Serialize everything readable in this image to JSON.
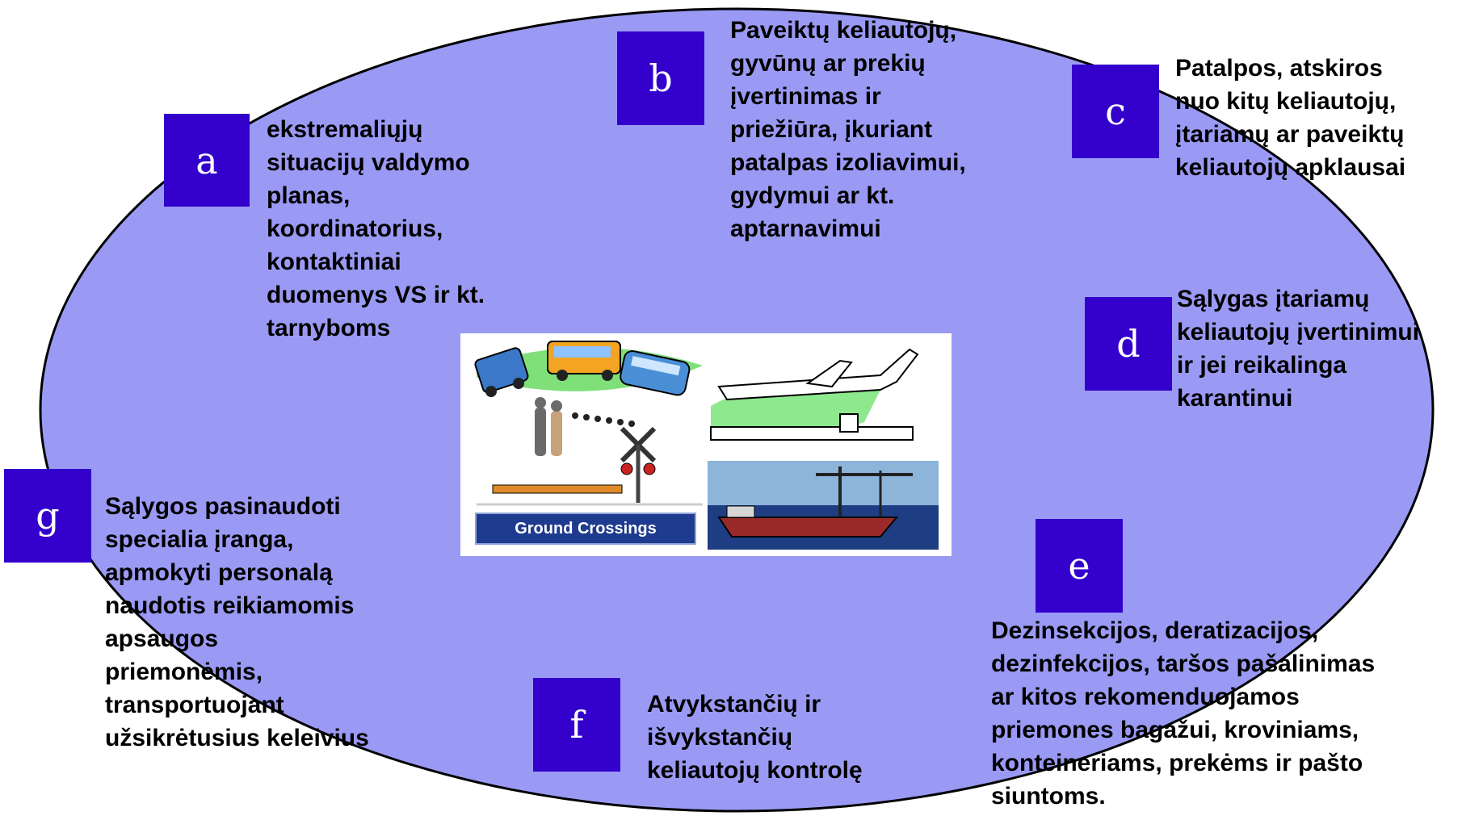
{
  "colors": {
    "ellipse_fill": "#9a9af5",
    "ellipse_stroke": "#000000",
    "box_fill": "#3300cc",
    "box_text": "#ffffff"
  },
  "items": {
    "a": {
      "letter": "a",
      "text": "ekstremaliųjų\nsituacijų valdymo\nplanas,\nkoordinatorius,\nkontaktiniai\nduomenys VS ir kt.\ntarnyboms"
    },
    "b": {
      "letter": "b",
      "text": "Paveiktų keliautojų,\ngyvūnų ar prekių\nįvertinimas ir\npriežiūra, įkuriant\npatalpas izoliavimui,\ngydymui ar kt.\naptarnavimui"
    },
    "c": {
      "letter": "c",
      "text": "Patalpos, atskiros\nnuo kitų keliautojų,\nįtariamų ar paveiktų\nkeliautojų apklausai"
    },
    "d": {
      "letter": "d",
      "text": "Sąlygas įtariamų\nkeliautojų įvertinimui\nir jei reikalinga\nkarantinui"
    },
    "e": {
      "letter": "e",
      "text": "Dezinsekcijos, deratizacijos,\ndezinfekcijos, taršos pašalinimas\nar kitos rekomenduojamos\npriemones bagažui, kroviniams,\nkonteineriams, prekėms ir pašto\nsiuntoms."
    },
    "f": {
      "letter": "f",
      "text": "Atvykstančių ir\nišvykstančių\nkeliautojų kontrolę"
    },
    "g": {
      "letter": "g",
      "text": "Sąlygos pasinaudoti\nspecialia įranga,\napmokyti personalą\nnaudotis reikiamomis\napsaugos\npriemonėmis,\ntransportuojant\nužsikrėtusius keleivius"
    }
  },
  "center_image": {
    "caption": "Ground Crossings",
    "icons": [
      "truck-icon",
      "bus-icon",
      "train-icon",
      "people-icon",
      "crossing-icon",
      "airplane-icon",
      "ship-icon"
    ]
  }
}
